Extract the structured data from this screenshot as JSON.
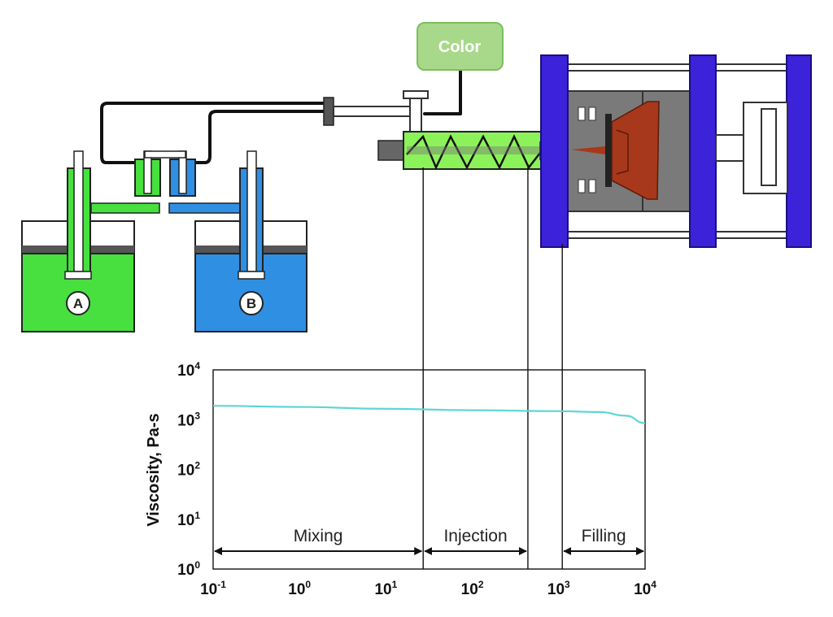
{
  "color_box": {
    "label": "Color",
    "fill": "#a8d88a",
    "stroke": "#7cbf5c"
  },
  "tanks": [
    {
      "letter": "A",
      "fill": "#47e03f"
    },
    {
      "letter": "B",
      "fill": "#2f8fe3"
    }
  ],
  "machine": {
    "platen_color": "#3c22d9",
    "mold_color": "#7a7a7a",
    "part_color": "#a8381b"
  },
  "screw": {
    "barrel_color": "#8cf25a"
  },
  "chart_data": {
    "type": "line",
    "ylabel": "Viscosity, Pa-s",
    "xlabel": "",
    "x_scale": "log",
    "y_scale": "log",
    "xlim": [
      0.1,
      10000
    ],
    "ylim": [
      1,
      10000
    ],
    "x_ticks": [
      {
        "base": "10",
        "exp": "-1",
        "value": 0.1
      },
      {
        "base": "10",
        "exp": "0",
        "value": 1
      },
      {
        "base": "10",
        "exp": "1",
        "value": 10
      },
      {
        "base": "10",
        "exp": "2",
        "value": 100
      },
      {
        "base": "10",
        "exp": "3",
        "value": 1000
      },
      {
        "base": "10",
        "exp": "4",
        "value": 10000
      }
    ],
    "y_ticks": [
      {
        "base": "10",
        "exp": "0",
        "value": 1
      },
      {
        "base": "10",
        "exp": "1",
        "value": 10
      },
      {
        "base": "10",
        "exp": "2",
        "value": 100
      },
      {
        "base": "10",
        "exp": "3",
        "value": 1000
      },
      {
        "base": "10",
        "exp": "4",
        "value": 10000
      }
    ],
    "series": [
      {
        "color": "#5fd6d6",
        "points": [
          {
            "x": 0.1,
            "y": 1900
          },
          {
            "x": 1,
            "y": 1800
          },
          {
            "x": 10,
            "y": 1650
          },
          {
            "x": 100,
            "y": 1550
          },
          {
            "x": 1000,
            "y": 1480
          },
          {
            "x": 3000,
            "y": 1420
          },
          {
            "x": 6000,
            "y": 1200
          },
          {
            "x": 10000,
            "y": 850
          }
        ]
      }
    ],
    "phases": [
      {
        "label": "Mixing",
        "start": 0.1,
        "end": 27
      },
      {
        "label": "Injection",
        "start": 27,
        "end": 440
      },
      {
        "label": "Filling",
        "start": 1100,
        "end": 10000
      }
    ],
    "grid": false
  }
}
